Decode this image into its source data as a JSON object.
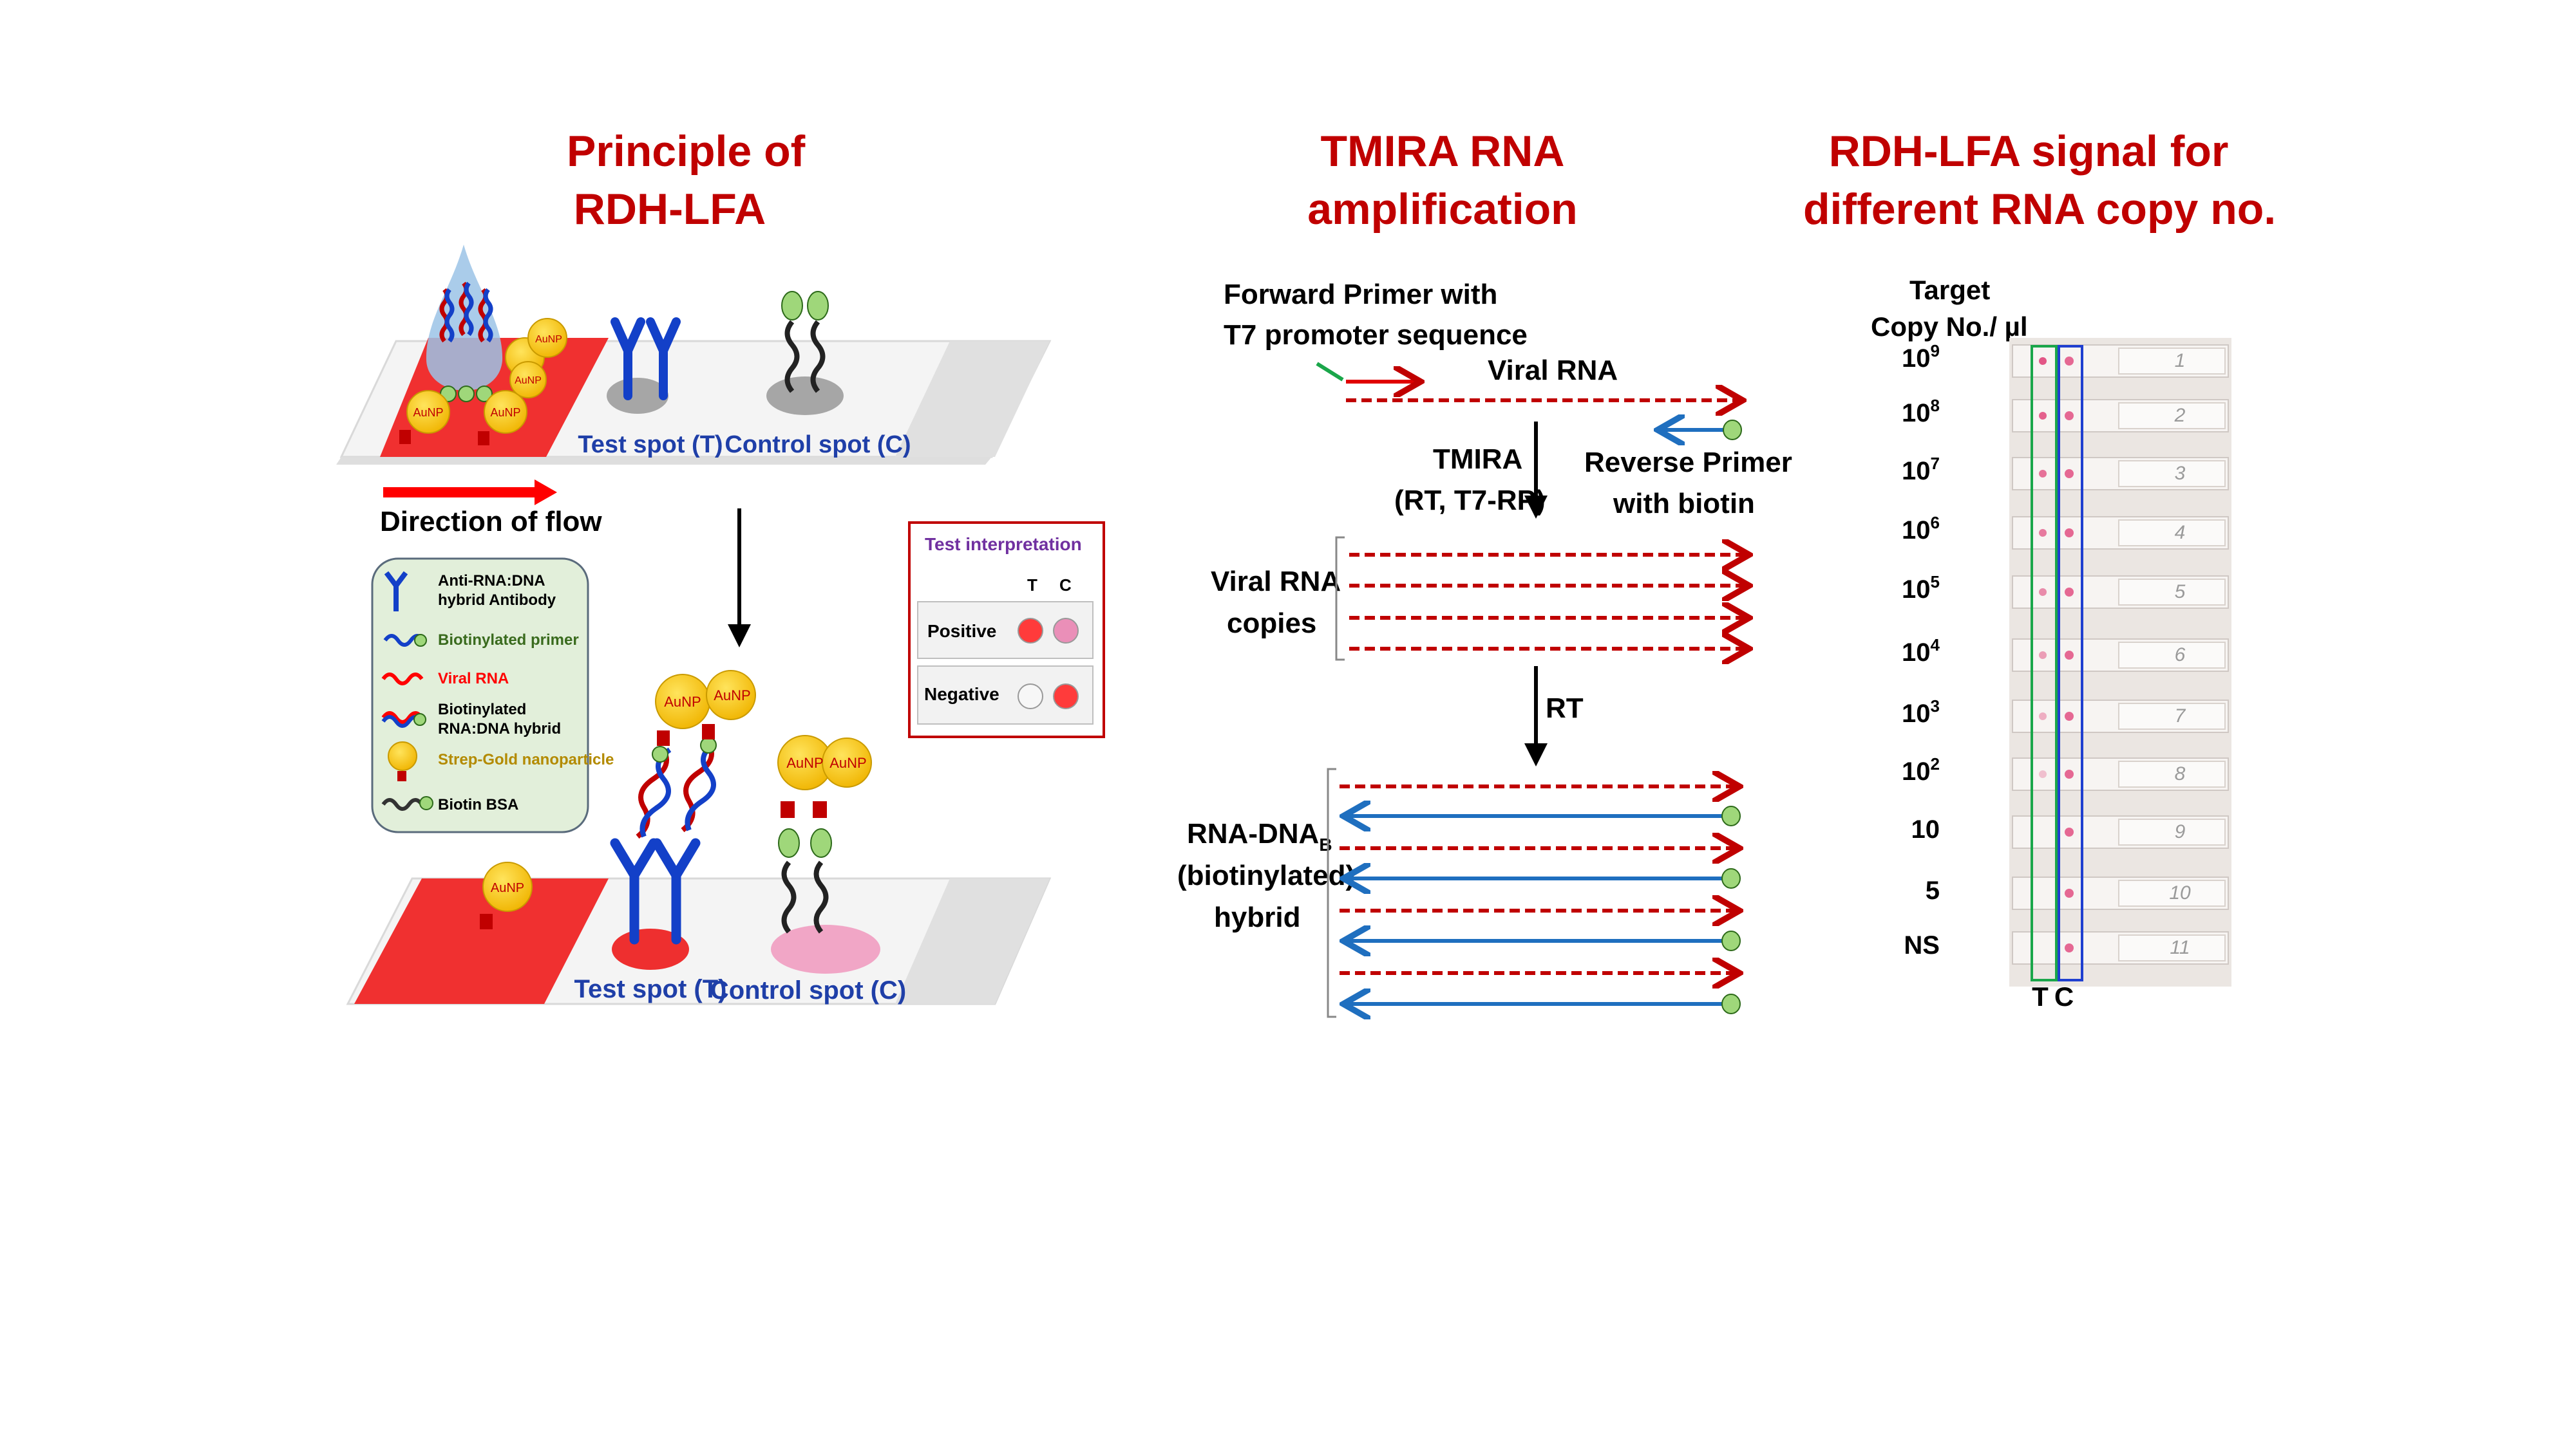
{
  "panels": {
    "principle": {
      "title_line1": "Principle of",
      "title_line2": "RDH-LFA",
      "test_spot_label": "Test spot (T)",
      "control_spot_label": "Control spot (C)",
      "flow_label": "Direction  of flow",
      "aunp_label": "AuNP",
      "legend": {
        "antibody_line1": "Anti-RNA:DNA",
        "antibody_line2": "hybrid Antibody",
        "primer": "Biotinylated primer",
        "viral_rna": "Viral RNA",
        "hybrid_line1": "Biotinylated",
        "hybrid_line2": "RNA:DNA hybrid",
        "nanoparticle": "Strep-Gold nanoparticle",
        "biotin_bsa": "Biotin BSA"
      },
      "interpretation": {
        "title": "Test interpretation",
        "col_t": "T",
        "col_c": "C",
        "positive": "Positive",
        "negative": "Negative"
      }
    },
    "tmira": {
      "title_line1": "TMIRA RNA",
      "title_line2": "amplification",
      "forward_primer_line1": "Forward Primer with",
      "forward_primer_line2": "T7 promoter sequence",
      "viral_rna": "Viral RNA",
      "tmira_line1": "TMIRA",
      "tmira_line2": "(RT, T7-RP)",
      "reverse_primer_line1": "Reverse Primer",
      "reverse_primer_line2": "with biotin",
      "copies_line1": "Viral RNA",
      "copies_line2": "copies",
      "rt": "RT",
      "hybrid_line1": "RNA-DNA",
      "hybrid_subscript": "B",
      "hybrid_line2": "(biotinylated)",
      "hybrid_line3": "hybrid"
    },
    "signal": {
      "title_line1": "RDH-LFA signal for",
      "title_line2": "different RNA copy no.",
      "header_line1": "Target",
      "header_line2": "Copy  No./ µl",
      "rows": [
        {
          "base": "10",
          "exp": "9",
          "strip_no": "1"
        },
        {
          "base": "10",
          "exp": "8",
          "strip_no": "2"
        },
        {
          "base": "10",
          "exp": "7",
          "strip_no": "3"
        },
        {
          "base": "10",
          "exp": "6",
          "strip_no": "4"
        },
        {
          "base": "10",
          "exp": "5",
          "strip_no": "5"
        },
        {
          "base": "10",
          "exp": "4",
          "strip_no": "6"
        },
        {
          "base": "10",
          "exp": "3",
          "strip_no": "7"
        },
        {
          "base": "10",
          "exp": "2",
          "strip_no": "8"
        },
        {
          "base": "10",
          "exp": "",
          "strip_no": "9"
        },
        {
          "base": "5",
          "exp": "",
          "strip_no": "10"
        },
        {
          "base": "NS",
          "exp": "",
          "strip_no": "11"
        }
      ],
      "t_label": "T",
      "c_label": "C"
    }
  },
  "colors": {
    "title": "#c00000",
    "rna": "#c00000",
    "dna": "#1f6fbf",
    "antibody": "#1340c8",
    "gold": "#f5c400",
    "biotin": "#9fd77a",
    "label_blue": "#1f3fa8"
  }
}
